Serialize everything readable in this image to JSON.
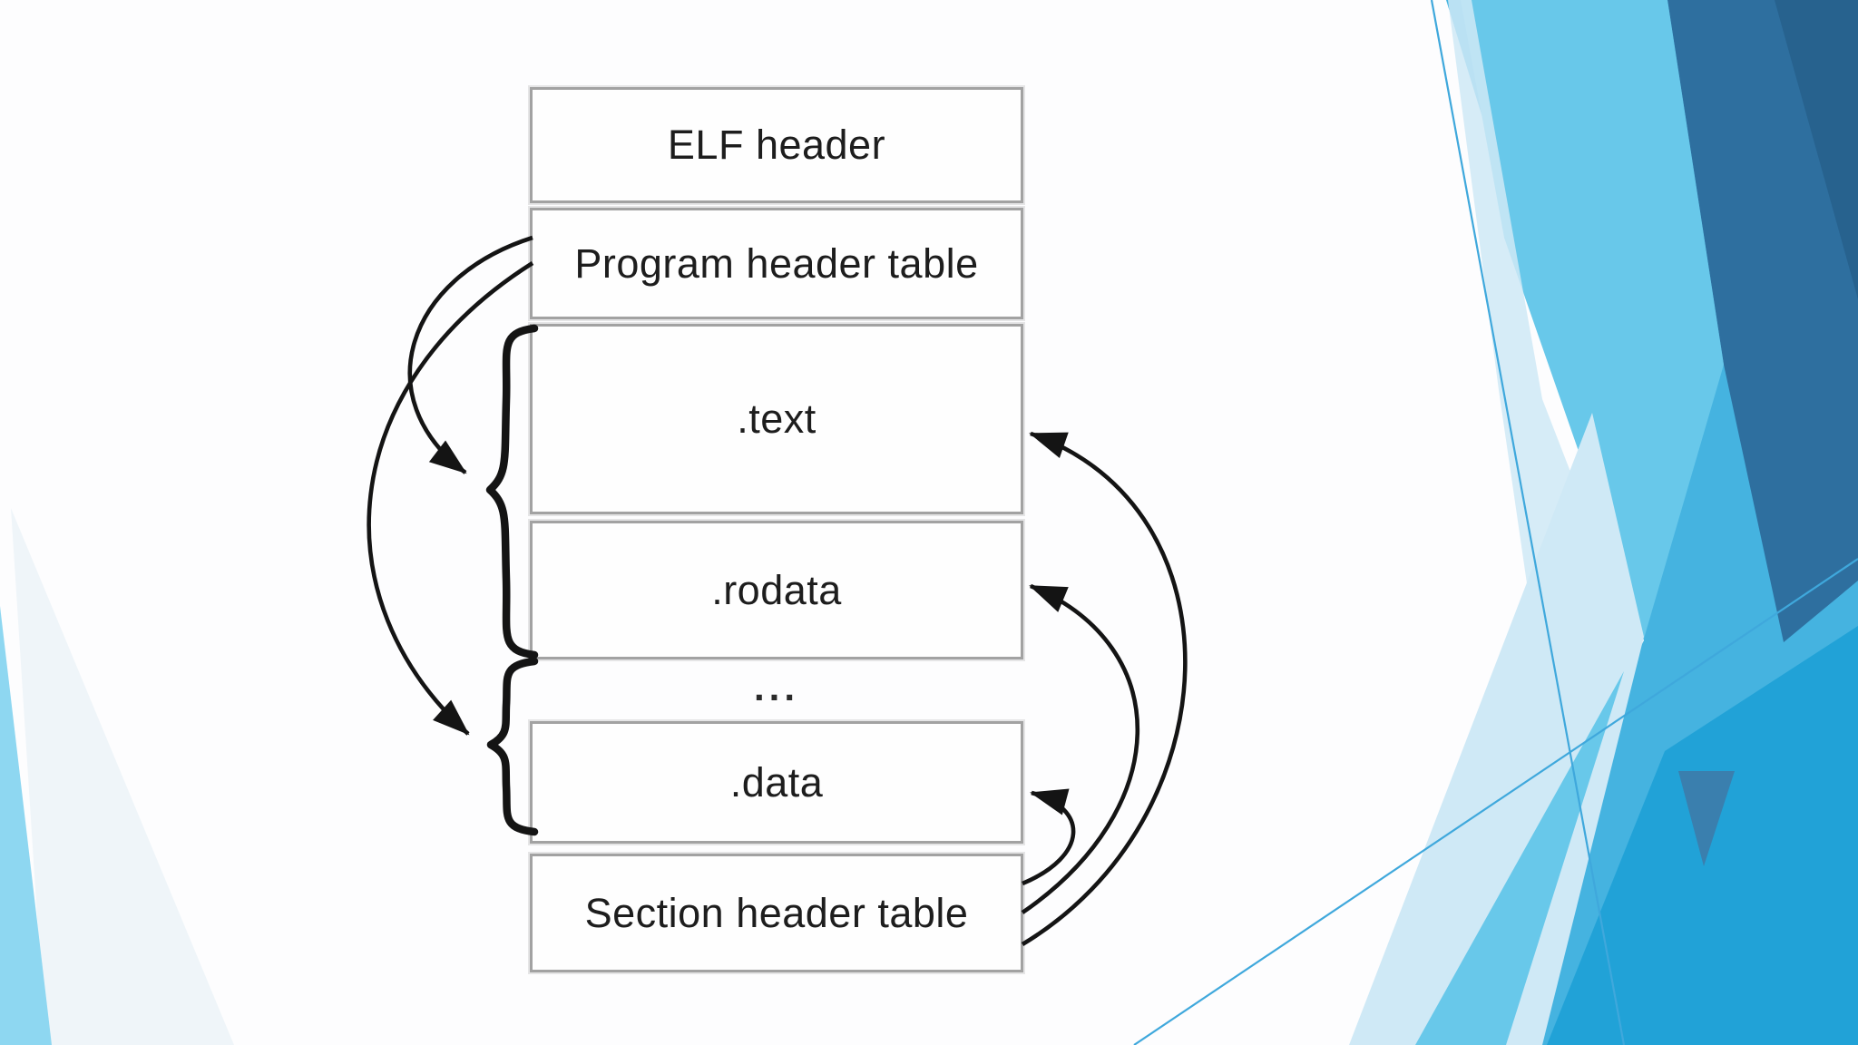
{
  "slide": {
    "kind": "presentation slide",
    "theme": "blue facet geometric background"
  },
  "colors": {
    "background": "#fdfdfe",
    "box_fill": "#fefefe",
    "box_border": "#a2a2a2",
    "label_text": "#1d1d1d",
    "arrow": "#141414",
    "accent_line": "#3fa8dc",
    "decoration": {
      "faint_tint": "#eff5f9",
      "corner_light_blue": "#8ed7f1",
      "pale_blue": "#cfe9f6",
      "light_cyan": "#68c8ea",
      "medium_blue": "#45b3e0",
      "dark_blue": "#2e6f9f",
      "darker_blue": "#27628e",
      "vivid_cyan": "#21a2d7",
      "steel_blue": "#3a7fae"
    }
  },
  "diagram": {
    "boxes": [
      {
        "id": "elf-header",
        "label": "ELF header"
      },
      {
        "id": "program-header-table",
        "label": "Program header table"
      },
      {
        "id": "text-section",
        "label": ".text"
      },
      {
        "id": "rodata-section",
        "label": ".rodata"
      },
      {
        "id": "data-section",
        "label": ".data"
      },
      {
        "id": "section-header-table",
        "label": "Section header table"
      }
    ],
    "ellipsis": "...",
    "connections": [
      {
        "from": "Program header table",
        "to": "brace over .text and .rodata"
      },
      {
        "from": "Program header table",
        "to": "brace over ... and .data"
      },
      {
        "from": "Section header table",
        "to": ".text"
      },
      {
        "from": "Section header table",
        "to": ".rodata"
      },
      {
        "from": "Section header table",
        "to": ".data"
      }
    ]
  }
}
